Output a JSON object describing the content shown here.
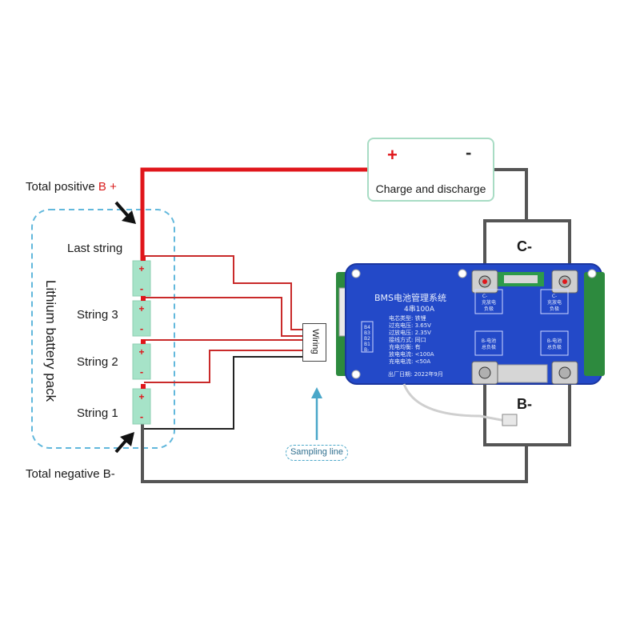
{
  "labels": {
    "total_positive_prefix": "Total positive ",
    "total_positive_suffix": "B +",
    "total_negative": "Total negative B-",
    "last_string": "Last string",
    "string3": "String 3",
    "string2": "String 2",
    "string1": "String 1",
    "battery_pack": "Lithium battery pack",
    "charge_discharge": "Charge and discharge",
    "plus": "+",
    "minus": "-",
    "c_minus": "C-",
    "b_minus": "B-",
    "wiring": "Wiring",
    "sampling_line": "Sampling line"
  },
  "cell_signs": {
    "plus": "+",
    "minus": "-"
  },
  "bms": {
    "title": "BMS电池管理系统",
    "model": "4串100A",
    "specs": [
      "电芯类型: 铁锂",
      "过充电压: 3.65V",
      "过放电压: 2.35V",
      "接线方式: 同口",
      "充电均衡: 有",
      "放电电流: <100A",
      "充电电流: <50A"
    ],
    "port_b_cells": [
      "B4",
      "B3",
      "B2",
      "B1",
      "B-"
    ],
    "c_port_label": [
      "C-",
      "充放电",
      "负极"
    ],
    "c_port_label2": [
      "C-",
      "充放电",
      "负极"
    ],
    "b_port_label": [
      "B-电池",
      "总负极"
    ],
    "b_port_label2": [
      "B-电池",
      "总负极"
    ],
    "date": "出厂日期: 2022年9月"
  },
  "colors": {
    "positive_wire": "#e0161b",
    "sense_wire": "#c92a2a",
    "negative_wire": "#505050",
    "dashed_box": "#62b8dc",
    "cell_fill": "#a6e3c8",
    "board_blue": "#2349c8"
  }
}
